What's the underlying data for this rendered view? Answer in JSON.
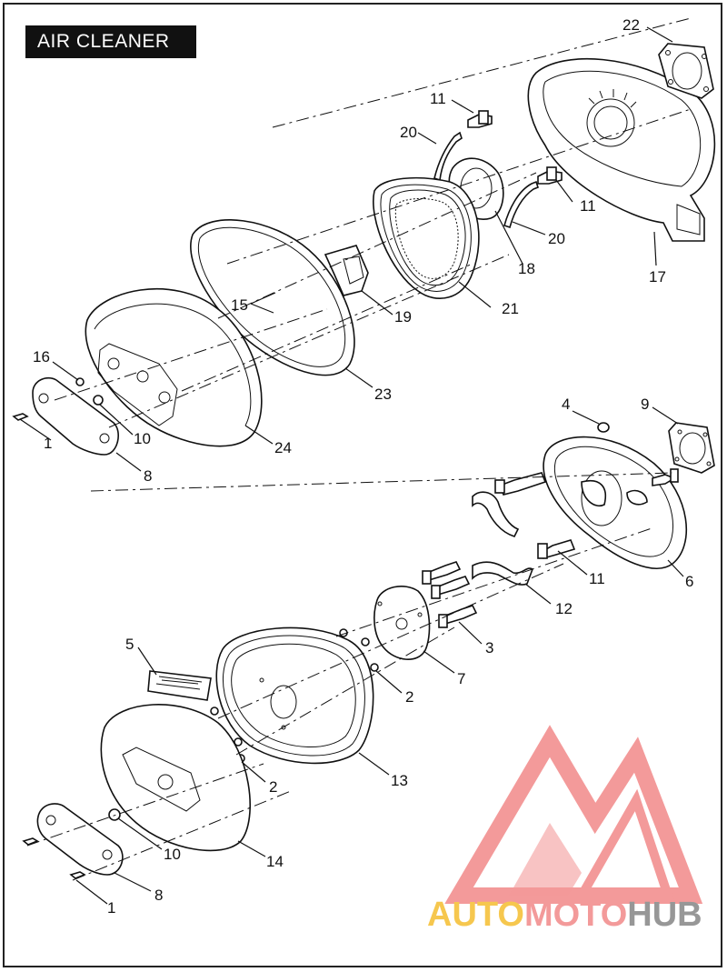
{
  "title": "AIR CLEANER",
  "brand": {
    "part1": "AUTO",
    "part2": "MOTO",
    "part3": "HUB",
    "color_gold": "#f6c23b",
    "color_pink": "#f29090",
    "color_gray": "#8c8c8c"
  },
  "callouts": [
    {
      "id": "c22",
      "text": "22"
    },
    {
      "id": "c11a",
      "text": "11"
    },
    {
      "id": "c20a",
      "text": "20"
    },
    {
      "id": "c11b",
      "text": "11"
    },
    {
      "id": "c20b",
      "text": "20"
    },
    {
      "id": "c18",
      "text": "18"
    },
    {
      "id": "c17",
      "text": "17"
    },
    {
      "id": "c15",
      "text": "15"
    },
    {
      "id": "c19",
      "text": "19"
    },
    {
      "id": "c21",
      "text": "21"
    },
    {
      "id": "c16",
      "text": "16"
    },
    {
      "id": "c23",
      "text": "23"
    },
    {
      "id": "c10a",
      "text": "10"
    },
    {
      "id": "c1a",
      "text": "1"
    },
    {
      "id": "c24",
      "text": "24"
    },
    {
      "id": "c8a",
      "text": "8"
    },
    {
      "id": "c4",
      "text": "4"
    },
    {
      "id": "c9",
      "text": "9"
    },
    {
      "id": "c11c",
      "text": "11"
    },
    {
      "id": "c6",
      "text": "6"
    },
    {
      "id": "c12",
      "text": "12"
    },
    {
      "id": "c3",
      "text": "3"
    },
    {
      "id": "c7",
      "text": "7"
    },
    {
      "id": "c5",
      "text": "5"
    },
    {
      "id": "c2a",
      "text": "2"
    },
    {
      "id": "c2b",
      "text": "2"
    },
    {
      "id": "c13",
      "text": "13"
    },
    {
      "id": "c10b",
      "text": "10"
    },
    {
      "id": "c14",
      "text": "14"
    },
    {
      "id": "c8b",
      "text": "8"
    },
    {
      "id": "c1b",
      "text": "1"
    }
  ]
}
